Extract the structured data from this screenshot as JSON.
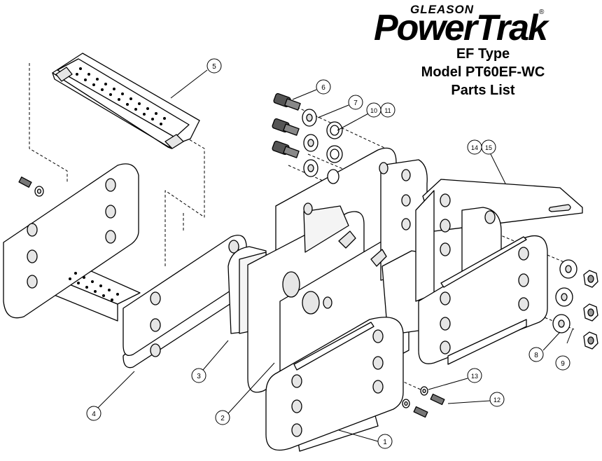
{
  "header": {
    "brand_top": "GLEASON",
    "brand_main": "PowerTrak",
    "brand_reg": "®",
    "title_lines": [
      "EF Type",
      "Model PT60EF-WC",
      "Parts List"
    ]
  },
  "callouts": [
    "1",
    "2",
    "3",
    "4",
    "5",
    "6",
    "7",
    "8",
    "9",
    "10",
    "11",
    "12",
    "13",
    "14",
    "15"
  ],
  "colors": {
    "line": "#000000",
    "part_fill": "#ffffff",
    "hole_fill": "#e6e6e6"
  }
}
